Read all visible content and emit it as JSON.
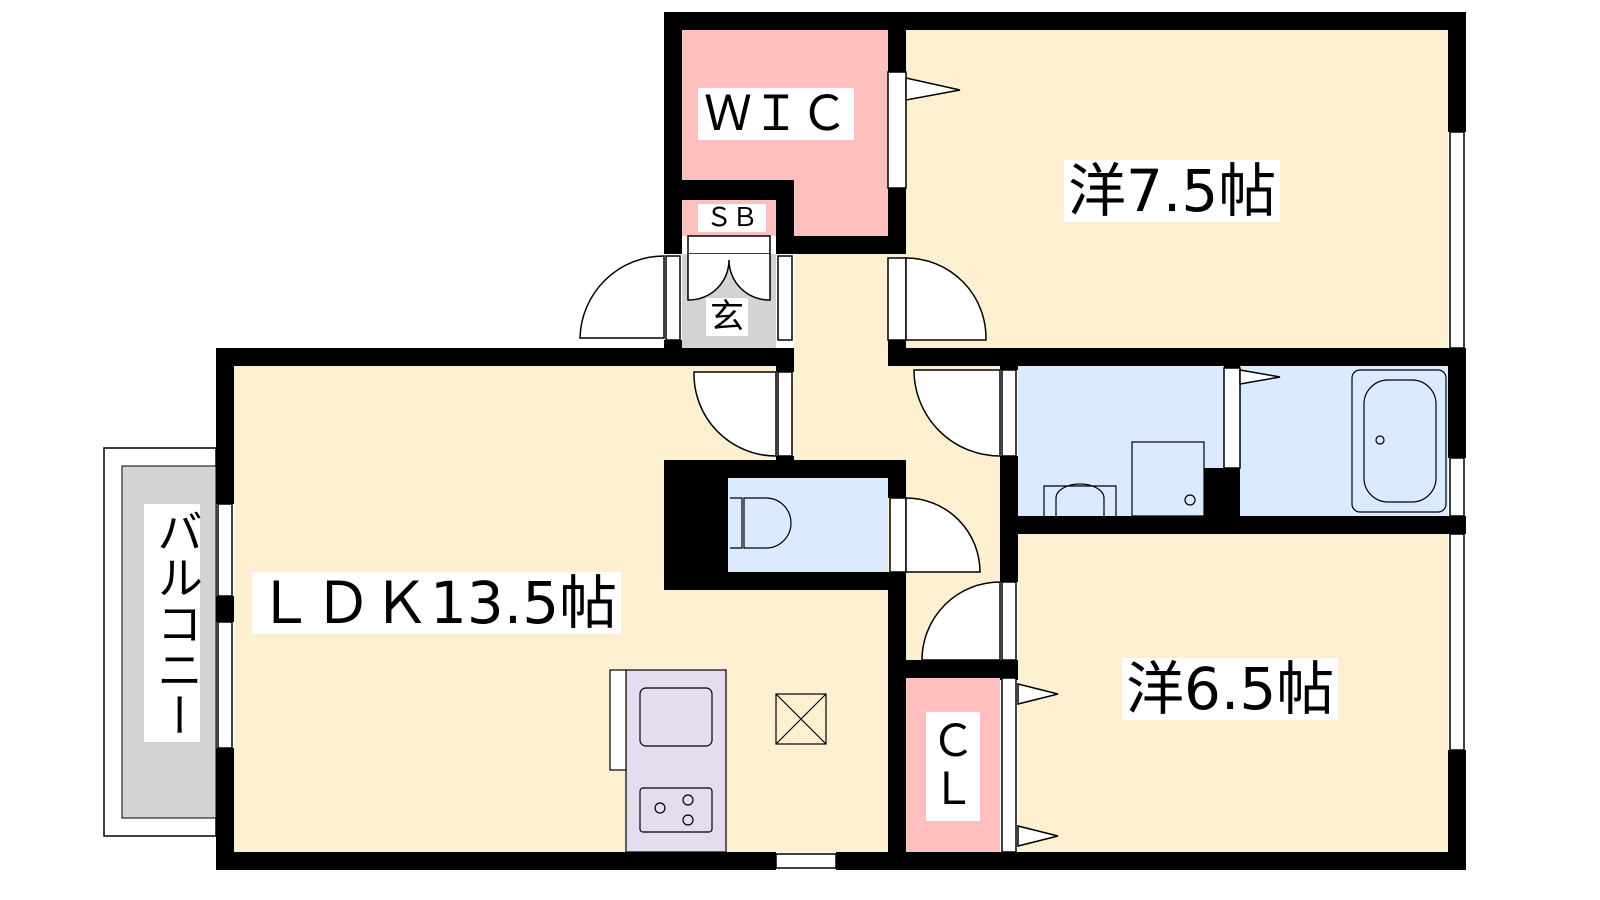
{
  "rooms": {
    "wic": "ＷＩＣ",
    "sb": "ＳＢ",
    "entrance": "玄",
    "bedroom1": "洋7.5帖",
    "bedroom2": "洋6.5帖",
    "ldk": "ＬＤＫ13.5帖",
    "closet": "Ｃ\nＬ",
    "balcony": "バルコニー"
  },
  "colors": {
    "wall": "#000000",
    "living": "#fdf0d0",
    "storage": "#ffbfbf",
    "wet": "#dbeaff",
    "entrance": "#d3d3d3",
    "kitchen": "#e6dcf0"
  }
}
